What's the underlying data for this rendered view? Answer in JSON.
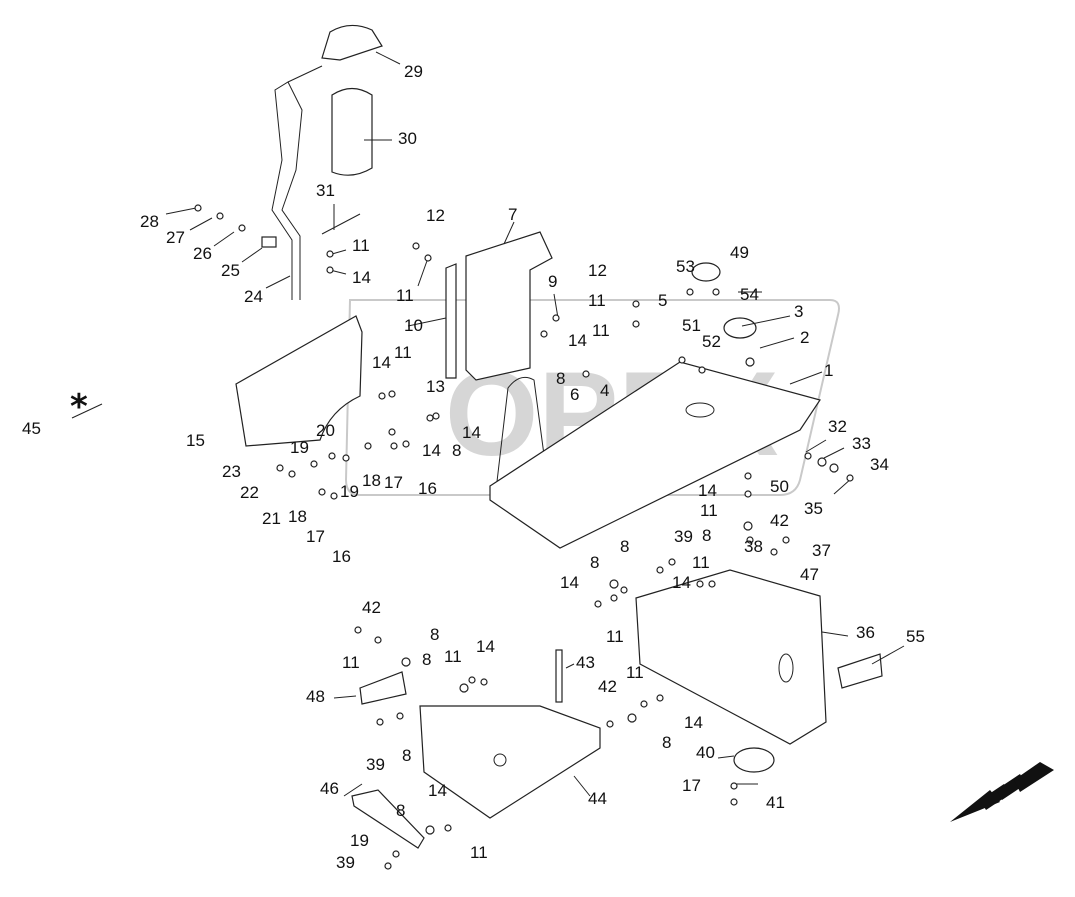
{
  "diagram": {
    "watermark_text": "OPEX",
    "callouts": [
      {
        "id": "c29",
        "text": "29"
      },
      {
        "id": "c30",
        "text": "30"
      },
      {
        "id": "c31",
        "text": "31"
      },
      {
        "id": "c28",
        "text": "28"
      },
      {
        "id": "c27",
        "text": "27"
      },
      {
        "id": "c26",
        "text": "26"
      },
      {
        "id": "c25",
        "text": "25"
      },
      {
        "id": "c24",
        "text": "24"
      },
      {
        "id": "c11a",
        "text": "11"
      },
      {
        "id": "c14a",
        "text": "14"
      },
      {
        "id": "c12a",
        "text": "12"
      },
      {
        "id": "c11b",
        "text": "11"
      },
      {
        "id": "c7",
        "text": "7"
      },
      {
        "id": "c10",
        "text": "10"
      },
      {
        "id": "c9",
        "text": "9"
      },
      {
        "id": "c12b",
        "text": "12"
      },
      {
        "id": "c11c",
        "text": "11"
      },
      {
        "id": "c5",
        "text": "5"
      },
      {
        "id": "c53",
        "text": "53"
      },
      {
        "id": "c49",
        "text": "49"
      },
      {
        "id": "c54",
        "text": "54"
      },
      {
        "id": "c3",
        "text": "3"
      },
      {
        "id": "c51",
        "text": "51"
      },
      {
        "id": "c52",
        "text": "52"
      },
      {
        "id": "c2",
        "text": "2"
      },
      {
        "id": "c1",
        "text": "1"
      },
      {
        "id": "c11d",
        "text": "11"
      },
      {
        "id": "c14b",
        "text": "14"
      },
      {
        "id": "c4",
        "text": "4"
      },
      {
        "id": "c8a",
        "text": "8"
      },
      {
        "id": "c6",
        "text": "6"
      },
      {
        "id": "c14c",
        "text": "14"
      },
      {
        "id": "c11e",
        "text": "11"
      },
      {
        "id": "c13",
        "text": "13"
      },
      {
        "id": "c14d",
        "text": "14"
      },
      {
        "id": "c8b",
        "text": "8"
      },
      {
        "id": "c14e",
        "text": "14"
      },
      {
        "id": "c15",
        "text": "15"
      },
      {
        "id": "c45",
        "text": "45"
      },
      {
        "id": "c20",
        "text": "20"
      },
      {
        "id": "c19a",
        "text": "19"
      },
      {
        "id": "c23",
        "text": "23"
      },
      {
        "id": "c22",
        "text": "22"
      },
      {
        "id": "c18a",
        "text": "18"
      },
      {
        "id": "c17a",
        "text": "17"
      },
      {
        "id": "c16a",
        "text": "16"
      },
      {
        "id": "c19b",
        "text": "19"
      },
      {
        "id": "c21",
        "text": "21"
      },
      {
        "id": "c18b",
        "text": "18"
      },
      {
        "id": "c17b",
        "text": "17"
      },
      {
        "id": "c16b",
        "text": "16"
      },
      {
        "id": "c32",
        "text": "32"
      },
      {
        "id": "c33",
        "text": "33"
      },
      {
        "id": "c34",
        "text": "34"
      },
      {
        "id": "c35",
        "text": "35"
      },
      {
        "id": "c14f",
        "text": "14"
      },
      {
        "id": "c50",
        "text": "50"
      },
      {
        "id": "c11f",
        "text": "11"
      },
      {
        "id": "c8c",
        "text": "8"
      },
      {
        "id": "c42a",
        "text": "42"
      },
      {
        "id": "c37",
        "text": "37"
      },
      {
        "id": "c47",
        "text": "47"
      },
      {
        "id": "c39a",
        "text": "39"
      },
      {
        "id": "c8d",
        "text": "8"
      },
      {
        "id": "c38",
        "text": "38"
      },
      {
        "id": "c8e",
        "text": "8"
      },
      {
        "id": "c11g",
        "text": "11"
      },
      {
        "id": "c14g",
        "text": "14"
      },
      {
        "id": "c14h",
        "text": "14"
      },
      {
        "id": "c11h",
        "text": "11"
      },
      {
        "id": "c36",
        "text": "36"
      },
      {
        "id": "c55",
        "text": "55"
      },
      {
        "id": "c42b",
        "text": "42"
      },
      {
        "id": "c8f",
        "text": "8"
      },
      {
        "id": "c11i",
        "text": "11"
      },
      {
        "id": "c8g",
        "text": "8"
      },
      {
        "id": "c11j",
        "text": "11"
      },
      {
        "id": "c14i",
        "text": "14"
      },
      {
        "id": "c43",
        "text": "43"
      },
      {
        "id": "c48",
        "text": "48"
      },
      {
        "id": "c42c",
        "text": "42"
      },
      {
        "id": "c11k",
        "text": "11"
      },
      {
        "id": "c14j",
        "text": "14"
      },
      {
        "id": "c8h",
        "text": "8"
      },
      {
        "id": "c39b",
        "text": "39"
      },
      {
        "id": "c8i",
        "text": "8"
      },
      {
        "id": "c40",
        "text": "40"
      },
      {
        "id": "c17c",
        "text": "17"
      },
      {
        "id": "c41",
        "text": "41"
      },
      {
        "id": "c46",
        "text": "46"
      },
      {
        "id": "c14k",
        "text": "14"
      },
      {
        "id": "c44",
        "text": "44"
      },
      {
        "id": "c8j",
        "text": "8"
      },
      {
        "id": "c11l",
        "text": "11"
      },
      {
        "id": "c19c",
        "text": "19"
      },
      {
        "id": "c39c",
        "text": "39"
      }
    ],
    "colors": {
      "line": "#222222",
      "watermark": "#d6d6d6",
      "arrow": "#111111"
    }
  }
}
